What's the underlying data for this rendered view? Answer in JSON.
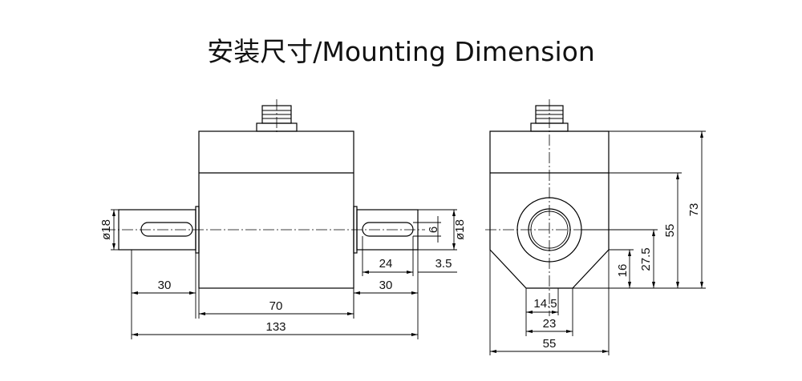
{
  "title": "安装尺寸/Mounting Dimension",
  "front_view": {
    "shaft_diameter_left": "ø18",
    "shaft_diameter_right": "ø18",
    "key_width": "6",
    "key_length": "24",
    "key_offset": "3.5",
    "shaft_length_left": "30",
    "shaft_length_right": "30",
    "body_length": "70",
    "overall_length": "133"
  },
  "side_view": {
    "height_total": "73",
    "height_55": "55",
    "height_27_5": "27.5",
    "height_16": "16",
    "width_14_5": "14.5",
    "width_23": "23",
    "width_55": "55"
  }
}
